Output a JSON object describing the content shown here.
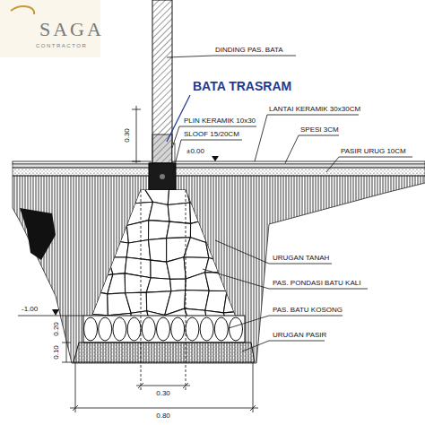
{
  "diagram": {
    "labels": [
      "SAGA",
      "CONTRACTOR",
      "DINDING PAS. BATA",
      "BATA TRASRAM",
      "LANTAI KERAMIK 30x30CM",
      "PLIN KERAMIK 10x30",
      "SPESI 3CM",
      "SLOOF 15/20CM",
      "±0.00",
      "PASIR URUG 10CM",
      "0.30",
      "URUGAN TANAH",
      "PAS. PONDASI BATU KALI",
      "PAS. BATU KOSONG",
      "URUGAN PASIR",
      "-1.00",
      "0.20",
      "0.10",
      "0.30",
      "0.80"
    ]
  }
}
